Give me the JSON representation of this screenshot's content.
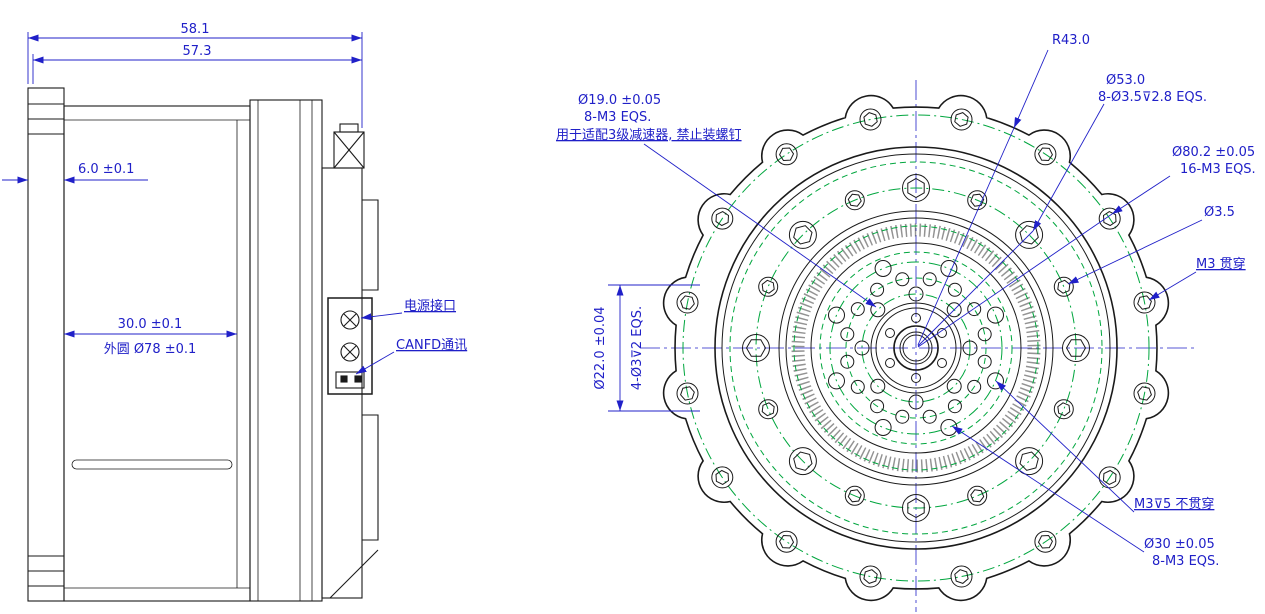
{
  "colors": {
    "dimension_blue": "#2020c8",
    "outline_black": "#1a1a1a",
    "centerline_green": "#00a63e"
  },
  "side_view": {
    "dim_total_width": "58.1",
    "dim_body_width": "57.3",
    "dim_flange_thickness": "6.0 ±0.1",
    "dim_inner_width": "30.0 ±0.1",
    "dim_outer_circle": "外圆 Ø78 ±0.1",
    "label_power_connector": "电源接口",
    "label_canfd": "CANFD通讯"
  },
  "front_view": {
    "radius_flange": "R43.0",
    "bc53_dia": "Ø53.0",
    "bc53_holes": "8-Ø3.5⊽2.8 EQS.",
    "bc19_dia": "Ø19.0 ±0.05",
    "bc19_holes": "8-M3 EQS.",
    "bc19_note": "用于适配3级减速器, 禁止装螺钉",
    "bc80_dia": "Ø80.2 ±0.05",
    "bc80_holes": "16-M3 EQS.",
    "hole_dia": "Ø3.5",
    "thread_through": "M3 贯穿",
    "bc22_dia": "Ø22.0 ±0.04",
    "bc22_holes": "4-Ø3⊽2 EQS.",
    "thread_blind": "M3⊽5 不贯穿",
    "bc30_dia": "Ø30 ±0.05",
    "bc30_holes": "8-M3 EQS."
  }
}
